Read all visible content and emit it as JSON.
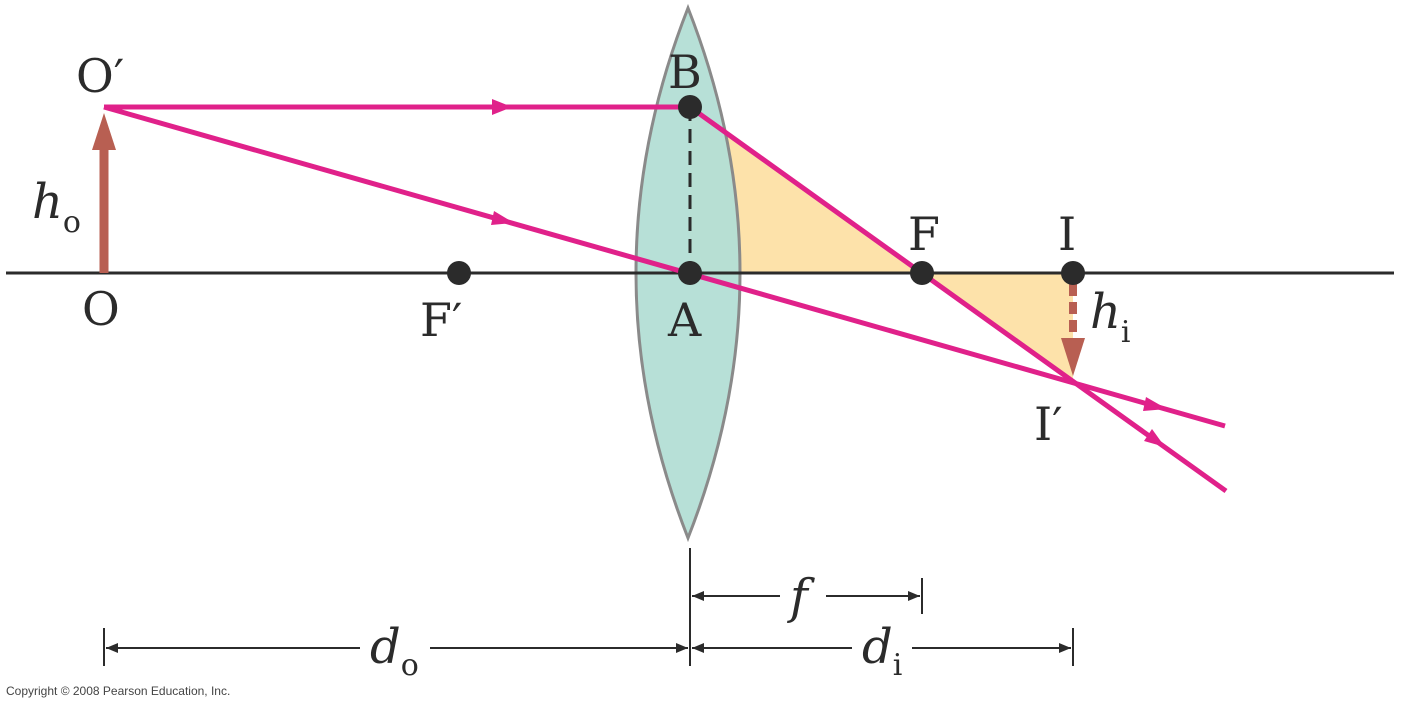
{
  "labels": {
    "object_top": "O′",
    "object_base": "O",
    "lens_top": "B",
    "lens_center": "A",
    "focal_left": "F′",
    "focal_right": "F",
    "image_base": "I",
    "image_tip": "I′",
    "object_height_main": "h",
    "object_height_sub": "o",
    "image_height_main": "h",
    "image_height_sub": "i",
    "focal_length": "f",
    "object_distance_main": "d",
    "object_distance_sub": "o",
    "image_distance_main": "d",
    "image_distance_sub": "i"
  },
  "copyright": "Copyright © 2008 Pearson Education, Inc.",
  "colors": {
    "ray": "#e0218a",
    "lens_fill": "#b3ded5",
    "lens_stroke": "#8a8a8a",
    "triangle_fill": "#fde2aa",
    "arrow": "#b85f52",
    "axis": "#2b2b2b",
    "point": "#2b2b2b"
  }
}
